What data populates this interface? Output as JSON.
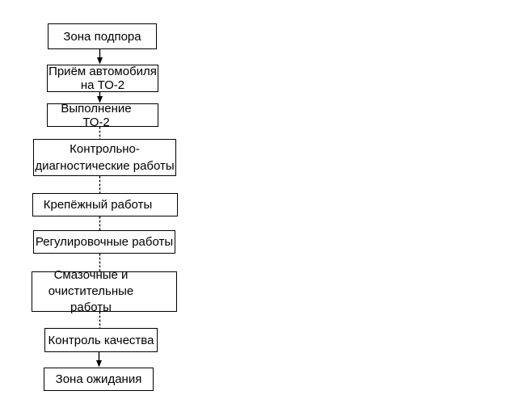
{
  "diagram": {
    "title": "Flowchart of TO-2 vehicle maintenance process",
    "colors": {
      "background": "#ffffff",
      "node_fill": "#ffffff",
      "node_border": "#000000",
      "text": "#000000",
      "connector": "#000000"
    },
    "nodes": [
      {
        "id": "zona-podpora",
        "label": "Зона подпора"
      },
      {
        "id": "priem-avtomobilya-na-to2",
        "label": "Приём автомобиля\nна ТО-2"
      },
      {
        "id": "vypolnenie-to2",
        "label": "Выполнение ТО-2"
      },
      {
        "id": "kontrolno-diagnosticheskie-raboty",
        "label": "Контрольно-\nдиагностические работы"
      },
      {
        "id": "krepezhnyj-raboty",
        "label": "Крепёжный работы"
      },
      {
        "id": "regulirovochnye-raboty",
        "label": "Регулировочные работы"
      },
      {
        "id": "smazochnye-i-ochistitelnye-raboty",
        "label": "Смазочные и\nочистительные работы"
      },
      {
        "id": "kontrol-kachestva",
        "label": "Контроль качества"
      },
      {
        "id": "zona-ozhidaniya",
        "label": "Зона ожидания"
      }
    ],
    "edges": [
      {
        "from": "zona-podpora",
        "to": "priem-avtomobilya-na-to2",
        "style": "solid-arrow"
      },
      {
        "from": "priem-avtomobilya-na-to2",
        "to": "vypolnenie-to2",
        "style": "solid-arrow"
      },
      {
        "from": "vypolnenie-to2",
        "to": "kontrolno-diagnosticheskie-raboty",
        "style": "dashed-line"
      },
      {
        "from": "kontrolno-diagnosticheskie-raboty",
        "to": "krepezhnyj-raboty",
        "style": "dashed-line"
      },
      {
        "from": "krepezhnyj-raboty",
        "to": "regulirovochnye-raboty",
        "style": "dashed-line"
      },
      {
        "from": "regulirovochnye-raboty",
        "to": "smazochnye-i-ochistitelnye-raboty",
        "style": "dashed-line"
      },
      {
        "from": "smazochnye-i-ochistitelnye-raboty",
        "to": "kontrol-kachestva",
        "style": "dashed-line"
      },
      {
        "from": "kontrol-kachestva",
        "to": "zona-ozhidaniya",
        "style": "solid-arrow"
      }
    ]
  }
}
